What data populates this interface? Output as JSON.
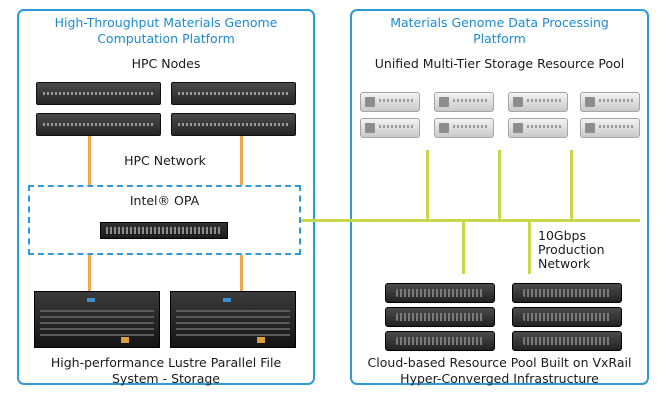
{
  "left_panel": {
    "title_line1": "High-Throughput Materials Genome",
    "title_line2": "Computation Platform",
    "hpc_nodes_label": "HPC Nodes",
    "hpc_network_label": "HPC Network",
    "opa_label": "Intel® OPA",
    "lustre_label_line1": "High-performance Lustre Parallel File",
    "lustre_label_line2": "System - Storage"
  },
  "right_panel": {
    "title_line1": "Materials Genome Data Processing",
    "title_line2": "Platform",
    "storage_label": "Unified Multi-Tier Storage Resource Pool",
    "network_label_line1": "10Gbps",
    "network_label_line2": "Production",
    "network_label_line3": "Network",
    "cloud_label_line1": "Cloud-based Resource Pool Built on VxRail",
    "cloud_label_line2": "Hyper-Converged Infrastructure"
  },
  "colors": {
    "panel_border": "#2f9ad6",
    "title_text": "#1e8bd0",
    "hpc_link": "#f0a64a",
    "production_link": "#c7d84b"
  }
}
